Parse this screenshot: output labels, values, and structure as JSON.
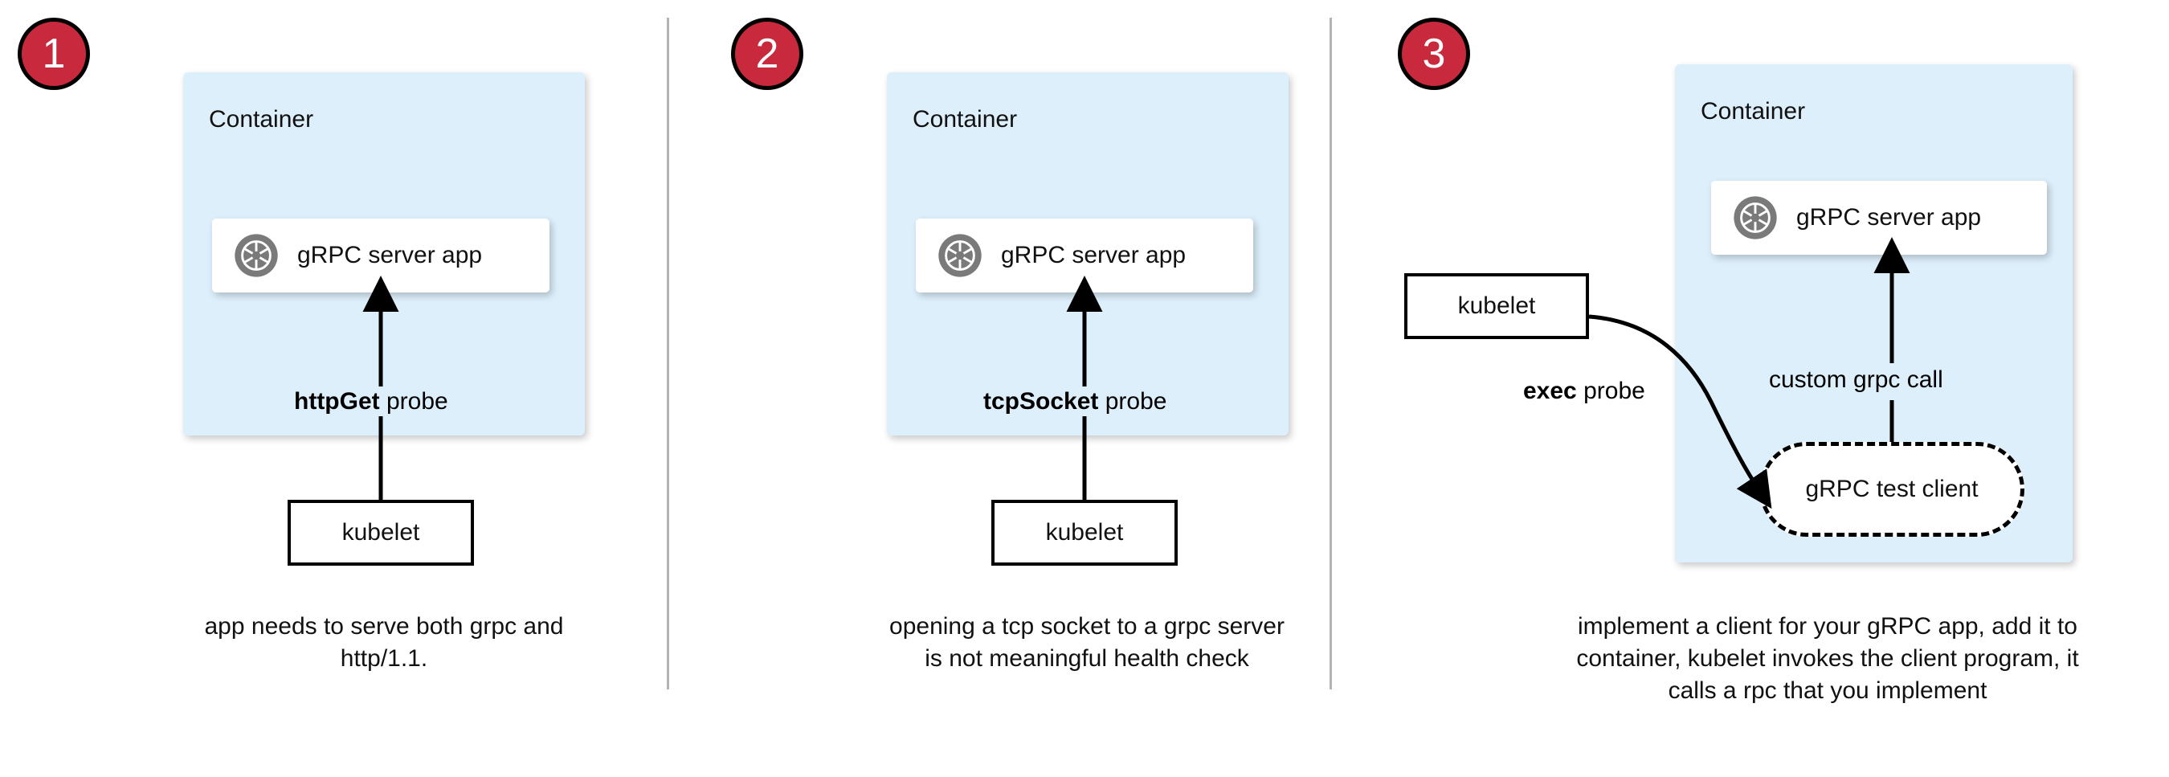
{
  "diagram": {
    "title": "gRPC health probe approaches in Kubernetes",
    "colors": {
      "badge_fill": "#c8293c",
      "badge_border": "#000000",
      "badge_text": "#ffffff",
      "container_fill": "#ddeffb",
      "card_fill": "#ffffff",
      "stroke": "#000000",
      "divider": "#b3b3b3",
      "grpc_icon": "#7a7a7a"
    },
    "panels": [
      {
        "number": "1",
        "container_label": "Container",
        "app_label": "gRPC server app",
        "app_icon": "grpc-aperture-icon",
        "probe_label_bold": "httpGet",
        "probe_label_rest": " probe",
        "kubelet_label": "kubelet",
        "caption": "app needs to serve both grpc and http/1.1."
      },
      {
        "number": "2",
        "container_label": "Container",
        "app_label": "gRPC server app",
        "app_icon": "grpc-aperture-icon",
        "probe_label_bold": "tcpSocket",
        "probe_label_rest": " probe",
        "kubelet_label": "kubelet",
        "caption": "opening a tcp socket to a grpc server is not meaningful health check"
      },
      {
        "number": "3",
        "container_label": "Container",
        "app_label": "gRPC server app",
        "app_icon": "grpc-aperture-icon",
        "probe_label_bold": "exec",
        "probe_label_rest": " probe",
        "kubelet_label": "kubelet",
        "test_client_label": "gRPC test client",
        "call_label": "custom grpc call",
        "caption": "implement a client for your gRPC app, add it to container, kubelet invokes the client program, it calls a rpc that you implement"
      }
    ]
  }
}
